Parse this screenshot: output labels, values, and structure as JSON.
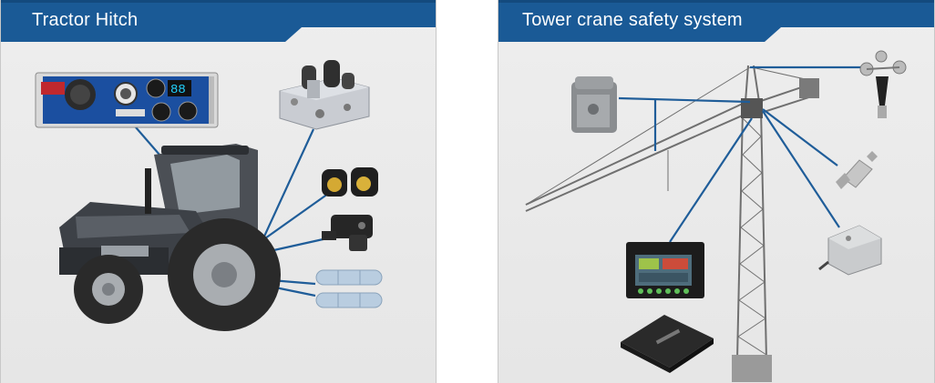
{
  "panels": [
    {
      "title": "Tractor Hitch"
    },
    {
      "title": "Tower crane safety system"
    }
  ],
  "colors": {
    "title_bar": "#1a5a96",
    "title_bar_dark": "#124a80",
    "panel_bg": "#ececec",
    "leader_line": "#1f5d99",
    "control_panel": "#1b4fa0"
  },
  "icons": {
    "left": [
      "control-panel-icon",
      "tractor-icon",
      "hydraulic-valve-icon",
      "connector-pair-icon",
      "position-sensor-icon",
      "load-pin-icon"
    ],
    "right": [
      "limit-switch-icon",
      "anemometer-icon",
      "angle-sensor-icon",
      "junction-box-icon",
      "display-monitor-icon",
      "controller-box-icon",
      "tower-crane-icon"
    ]
  },
  "labels": {
    "display_digits": "88"
  }
}
